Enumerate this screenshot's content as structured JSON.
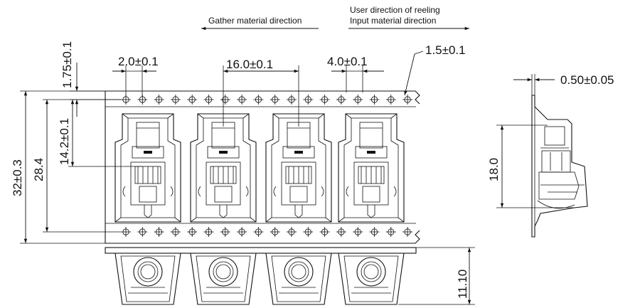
{
  "notes": {
    "gather": "Gather material direction",
    "user_line1": "User direction of reeling",
    "user_line2": "Input material direction"
  },
  "dimensions": {
    "top_hole_offset": "1.75±0.1",
    "hole_diameter": "1.5±0.1",
    "hole_to_pocket": "2.0±0.1",
    "pocket_pitch": "16.0±0.1",
    "hole_pitch": "4.0±0.1",
    "tape_width": "32±0.3",
    "hole_row_span": "28.4",
    "hole_to_center": "14.2±0.1",
    "tape_thickness": "0.50±0.05",
    "pocket_length": "18.0",
    "pocket_depth": "11.10"
  }
}
